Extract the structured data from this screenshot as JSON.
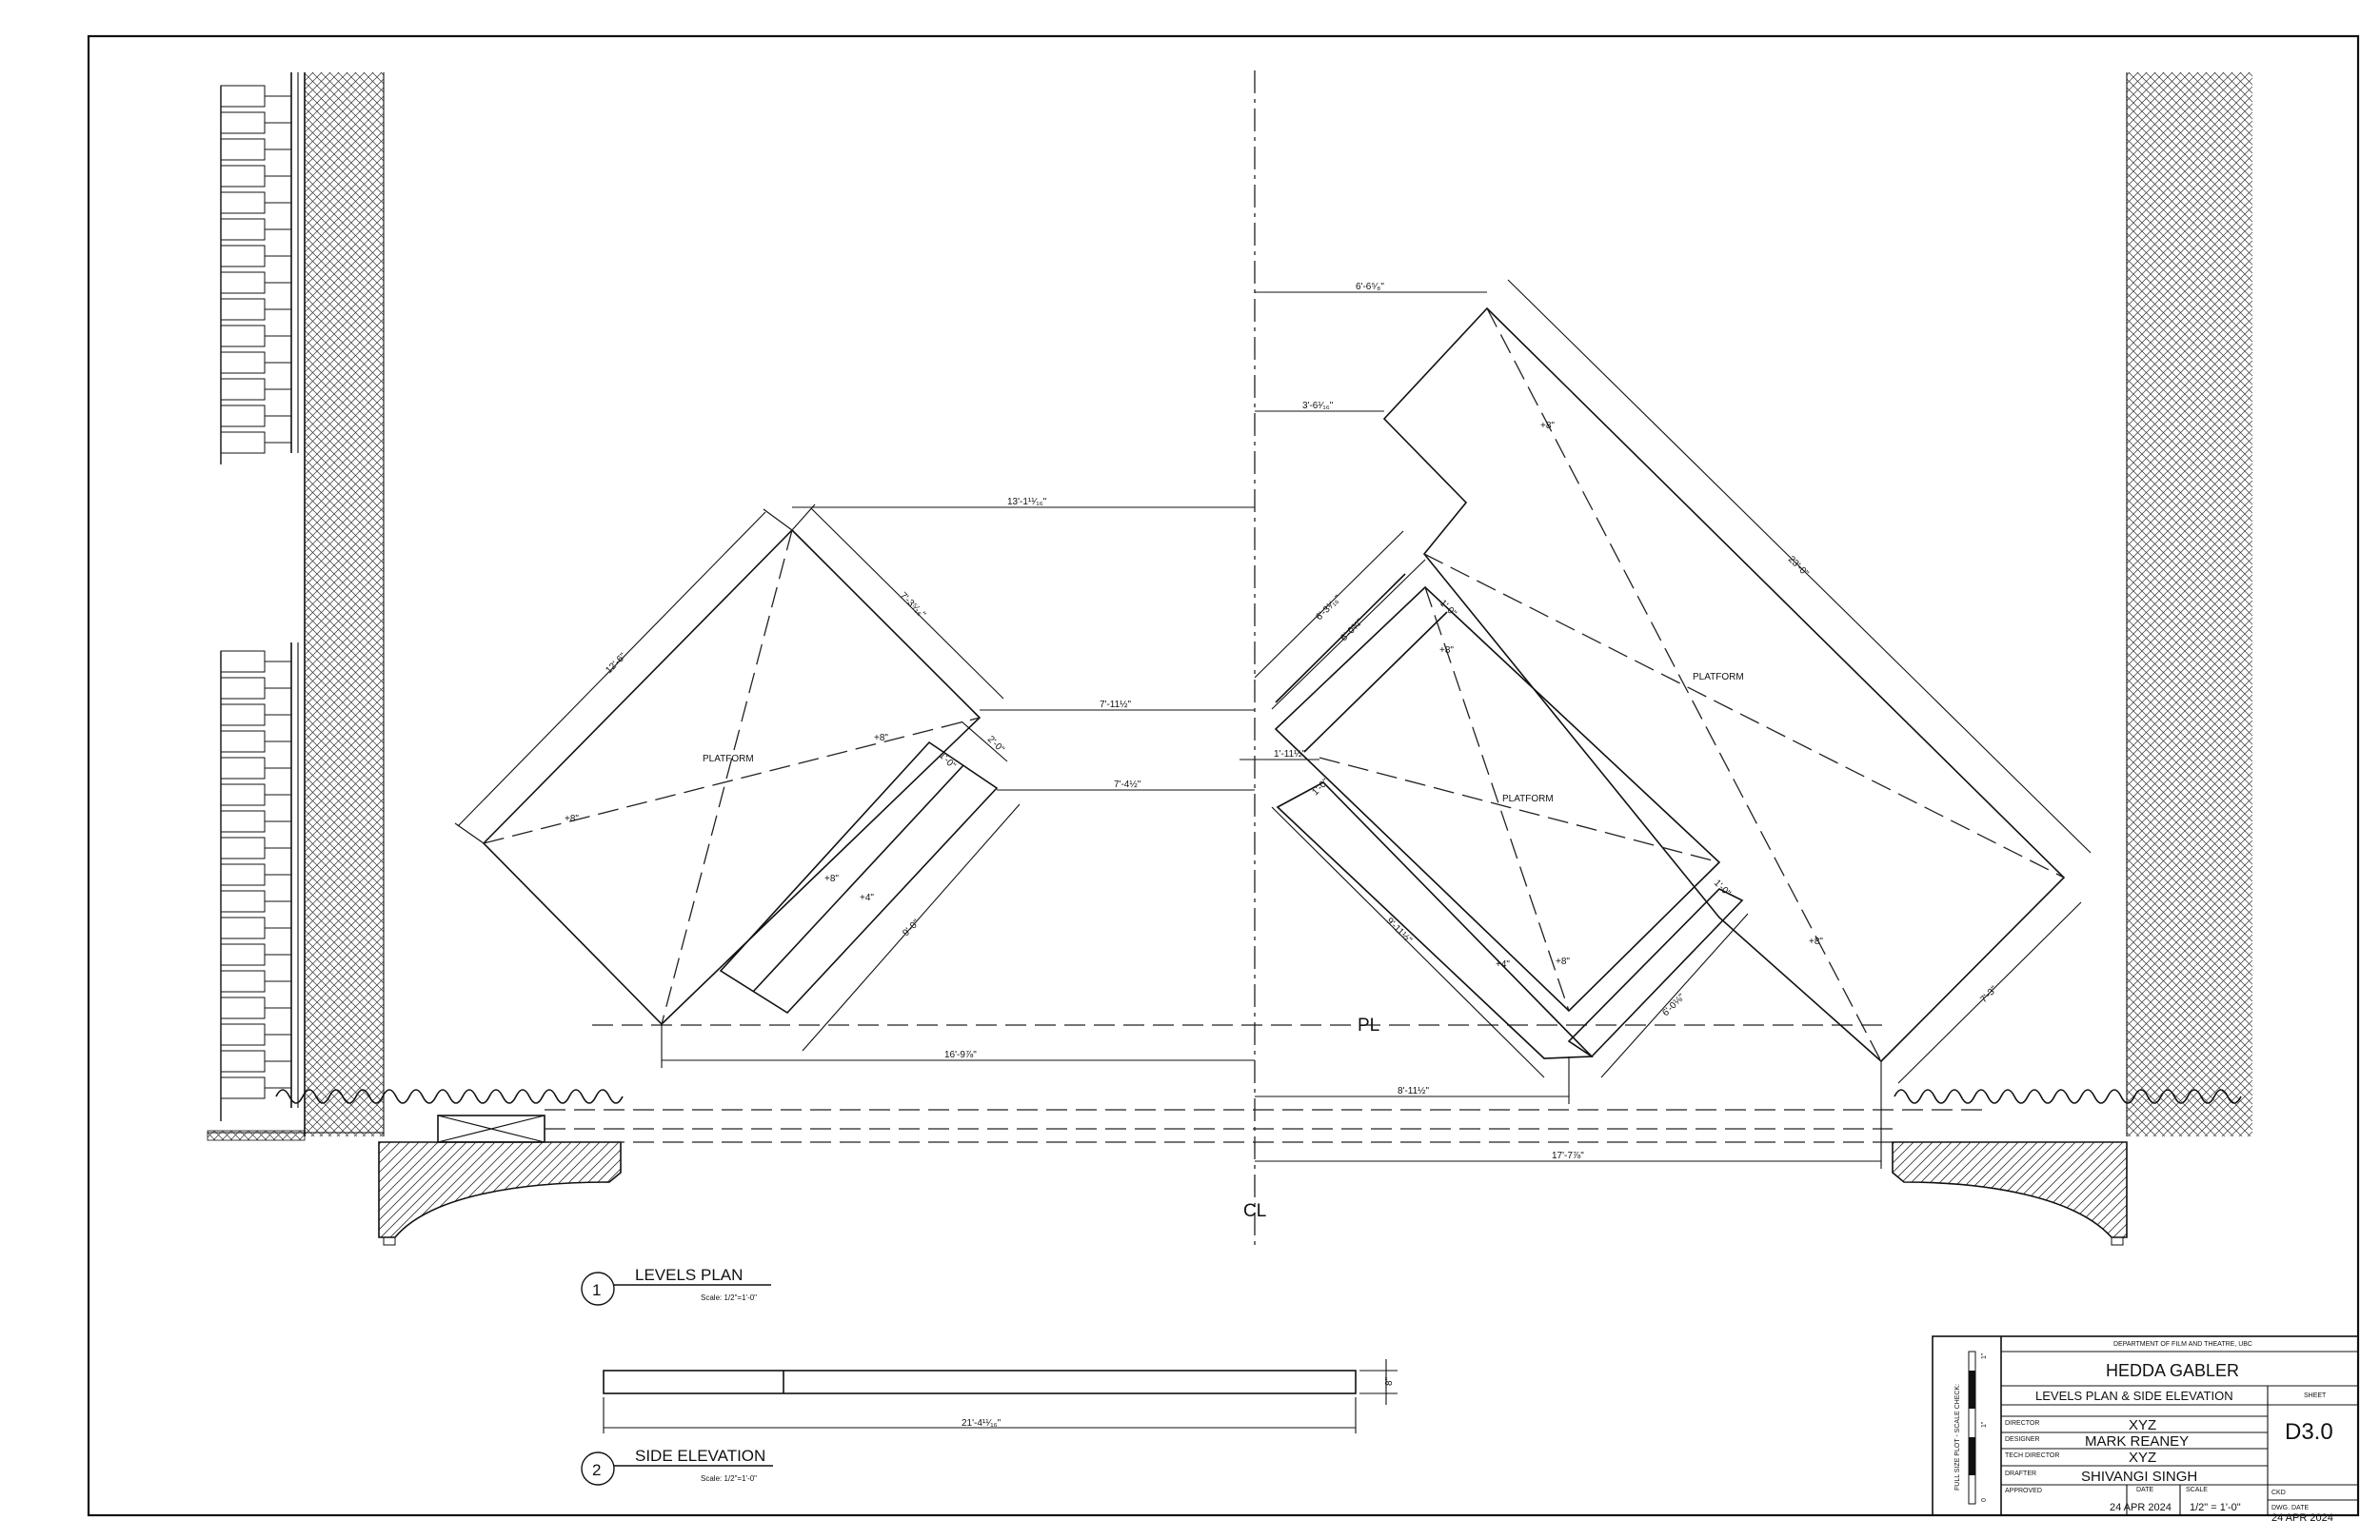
{
  "drawing": {
    "centerline_label": "CL",
    "plaster_line_label": "PL",
    "platform_label": "PLATFORM",
    "levels": [
      "+8\"",
      "+4\""
    ],
    "dimensions": {
      "d_13_1": "13'-1¹¹⁄₁₆\"",
      "d_6_6": "6'-6⁵⁄₈\"",
      "d_3_6": "3'-6¹⁄₁₆\"",
      "d_7_11": "7'-11½\"",
      "d_7_4": "7'-4½\"",
      "d_1_11": "1'-11½\"",
      "d_16_9": "16'-9⅞\"",
      "d_8_11": "8'-11½\"",
      "d_17_7": "17'-7⅞\"",
      "d_12_6": "12'-6\"",
      "d_7_3_left": "7'-3⁵⁄₁₆\"",
      "d_2_0": "2'-0\"",
      "d_1_0": "1'-0\"",
      "d_9_0": "9'-0\"",
      "d_23_0": "23'-0\"",
      "d_6_3": "6'-3¹⁄₁₆\"",
      "d_6_0": "6'-0¾\"",
      "d_9_11": "9'-11½\"",
      "d_6_0b": "6'-0⅛\"",
      "d_7_3": "7'-3\"",
      "d_21_4": "21'-4¹¹⁄₁₆\"",
      "d_8in": "8\""
    }
  },
  "views": [
    {
      "number": "1",
      "title": "LEVELS PLAN",
      "scale": "Scale: 1/2\"=1'-0\""
    },
    {
      "number": "2",
      "title": "SIDE ELEVATION",
      "scale": "Scale: 1/2\"=1'-0\""
    }
  ],
  "title_block": {
    "department": "DEPARTMENT OF FILM AND THEATRE, UBC",
    "production": "HEDDA GABLER",
    "drawing_title": "LEVELS PLAN & SIDE ELEVATION",
    "sheet_label": "SHEET",
    "sheet_number": "D3.0",
    "director_label": "DIRECTOR",
    "director": "XYZ",
    "designer_label": "DESIGNER",
    "designer": "MARK REANEY",
    "tech_director_label": "TECH DIRECTOR",
    "tech_director": "XYZ",
    "drafter_label": "DRAFTER",
    "drafter": "SHIVANGI SINGH",
    "approved_label": "APPROVED",
    "date_label": "DATE",
    "date": "24 APR 2024",
    "scale_label": "SCALE",
    "scale": "1/2\" = 1'-0\"",
    "ckd_label": "CKD",
    "dwg_date_label": "DWG. DATE",
    "dwg_date": "24 APR 2024",
    "scale_check_label": "FULL SIZE PLOT - SCALE CHECK:",
    "scale_check_ticks": [
      "1\"",
      "1\"",
      "0"
    ]
  }
}
